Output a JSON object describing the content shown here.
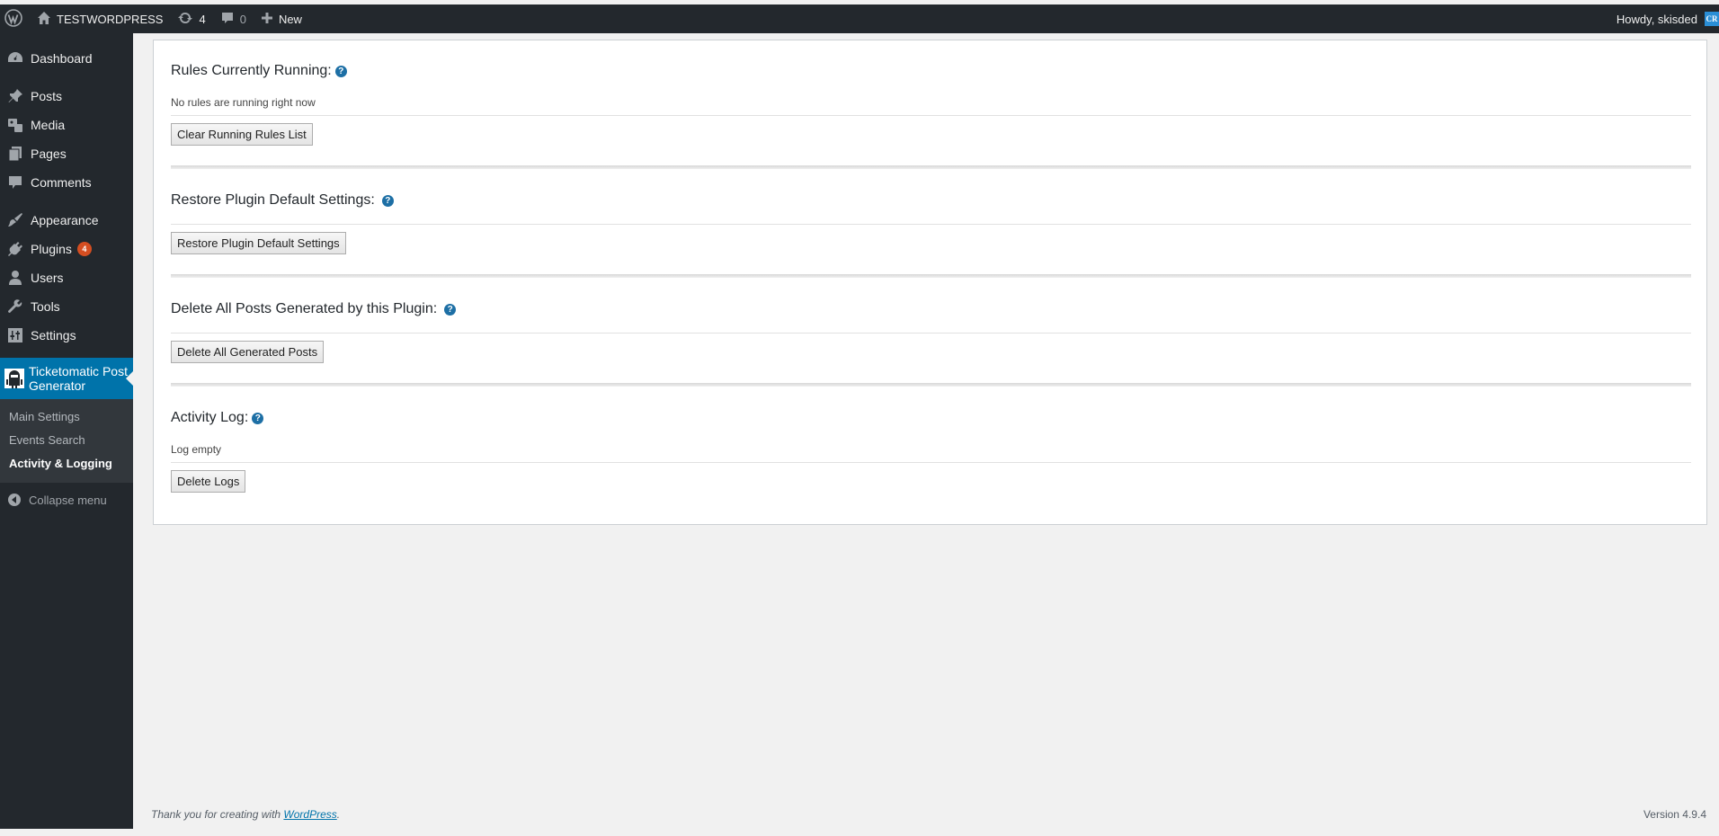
{
  "adminbar": {
    "site_name": "TESTWORDPRESS",
    "updates_count": "4",
    "comments_count": "0",
    "new_label": "New",
    "greeting": "Howdy, skisded",
    "avatar_text": "CR"
  },
  "sidebar": {
    "items": [
      {
        "label": "Dashboard",
        "icon": "dashboard-icon"
      },
      {
        "label": "Posts",
        "icon": "pin-icon"
      },
      {
        "label": "Media",
        "icon": "media-icon"
      },
      {
        "label": "Pages",
        "icon": "pages-icon"
      },
      {
        "label": "Comments",
        "icon": "comment-icon"
      },
      {
        "label": "Appearance",
        "icon": "paintbrush-icon"
      },
      {
        "label": "Plugins",
        "icon": "plugin-icon",
        "badge": "4"
      },
      {
        "label": "Users",
        "icon": "user-icon"
      },
      {
        "label": "Tools",
        "icon": "wrench-icon"
      },
      {
        "label": "Settings",
        "icon": "settings-icon"
      }
    ],
    "current": {
      "label_line1": "Ticketomatic Post",
      "label_line2": "Generator",
      "icon": "robot-icon"
    },
    "submenu": [
      {
        "label": "Main Settings"
      },
      {
        "label": "Events Search"
      },
      {
        "label": "Activity & Logging",
        "current": true
      }
    ],
    "collapse_label": "Collapse menu"
  },
  "main": {
    "sections": [
      {
        "title": "Rules Currently Running:",
        "note": "No rules are running right now",
        "button": "Clear Running Rules List"
      },
      {
        "title": "Restore Plugin Default Settings:",
        "button": "Restore Plugin Default Settings"
      },
      {
        "title": "Delete All Posts Generated by this Plugin:",
        "button": "Delete All Generated Posts"
      },
      {
        "title": "Activity Log:",
        "note": "Log empty",
        "button": "Delete Logs"
      }
    ],
    "help_glyph": "?"
  },
  "footer": {
    "thanks_prefix": "Thank you for creating with ",
    "thanks_link": "WordPress",
    "thanks_suffix": ".",
    "version": "Version 4.9.4"
  },
  "colors": {
    "adminbar_bg": "#23282d",
    "accent": "#0073aa",
    "badge": "#d54e21",
    "help_icon": "#1d6fa5"
  }
}
